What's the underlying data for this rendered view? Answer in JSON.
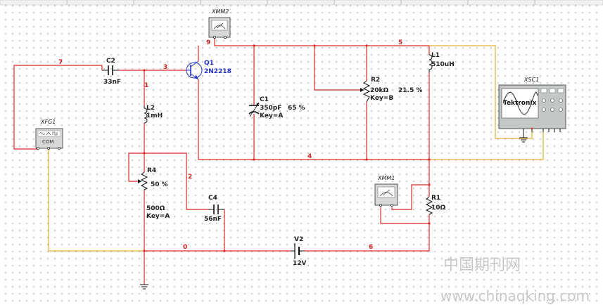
{
  "components": {
    "fg": {
      "name": "XFG1",
      "com_label": "COM"
    },
    "mm2": {
      "name": "XMM2"
    },
    "mm1": {
      "name": "XMM1"
    },
    "sc": {
      "name": "XSC1",
      "brand": "Tektronix"
    },
    "q1": {
      "ref": "Q1",
      "part": "2N2218"
    },
    "c2": {
      "ref": "C2",
      "value": "33nF"
    },
    "l2": {
      "ref": "L2",
      "value": "1mH"
    },
    "r4": {
      "ref": "R4",
      "percent": "50 %",
      "value": "500Ω",
      "key": "Key=A"
    },
    "c4": {
      "ref": "C4",
      "value": "56nF"
    },
    "c1": {
      "ref": "C1",
      "value": "350pF",
      "percent": "65 %",
      "key": "Key=A"
    },
    "r2": {
      "ref": "R2",
      "value": "20kΩ",
      "key": "Key=B",
      "percent": "21.5 %"
    },
    "l1": {
      "ref": "L1",
      "value": "510uH"
    },
    "r1": {
      "ref": "R1",
      "value": "10Ω"
    },
    "v2": {
      "ref": "V2",
      "value": "12V"
    }
  },
  "nets": {
    "n7": "7",
    "n3": "3",
    "n1": "1",
    "n2": "2",
    "n9": "9",
    "n5": "5",
    "n4": "4",
    "n0": "0",
    "n6": "6"
  },
  "watermark": {
    "chinese": "中国期刊网",
    "url": "www.chinaqking.com"
  }
}
